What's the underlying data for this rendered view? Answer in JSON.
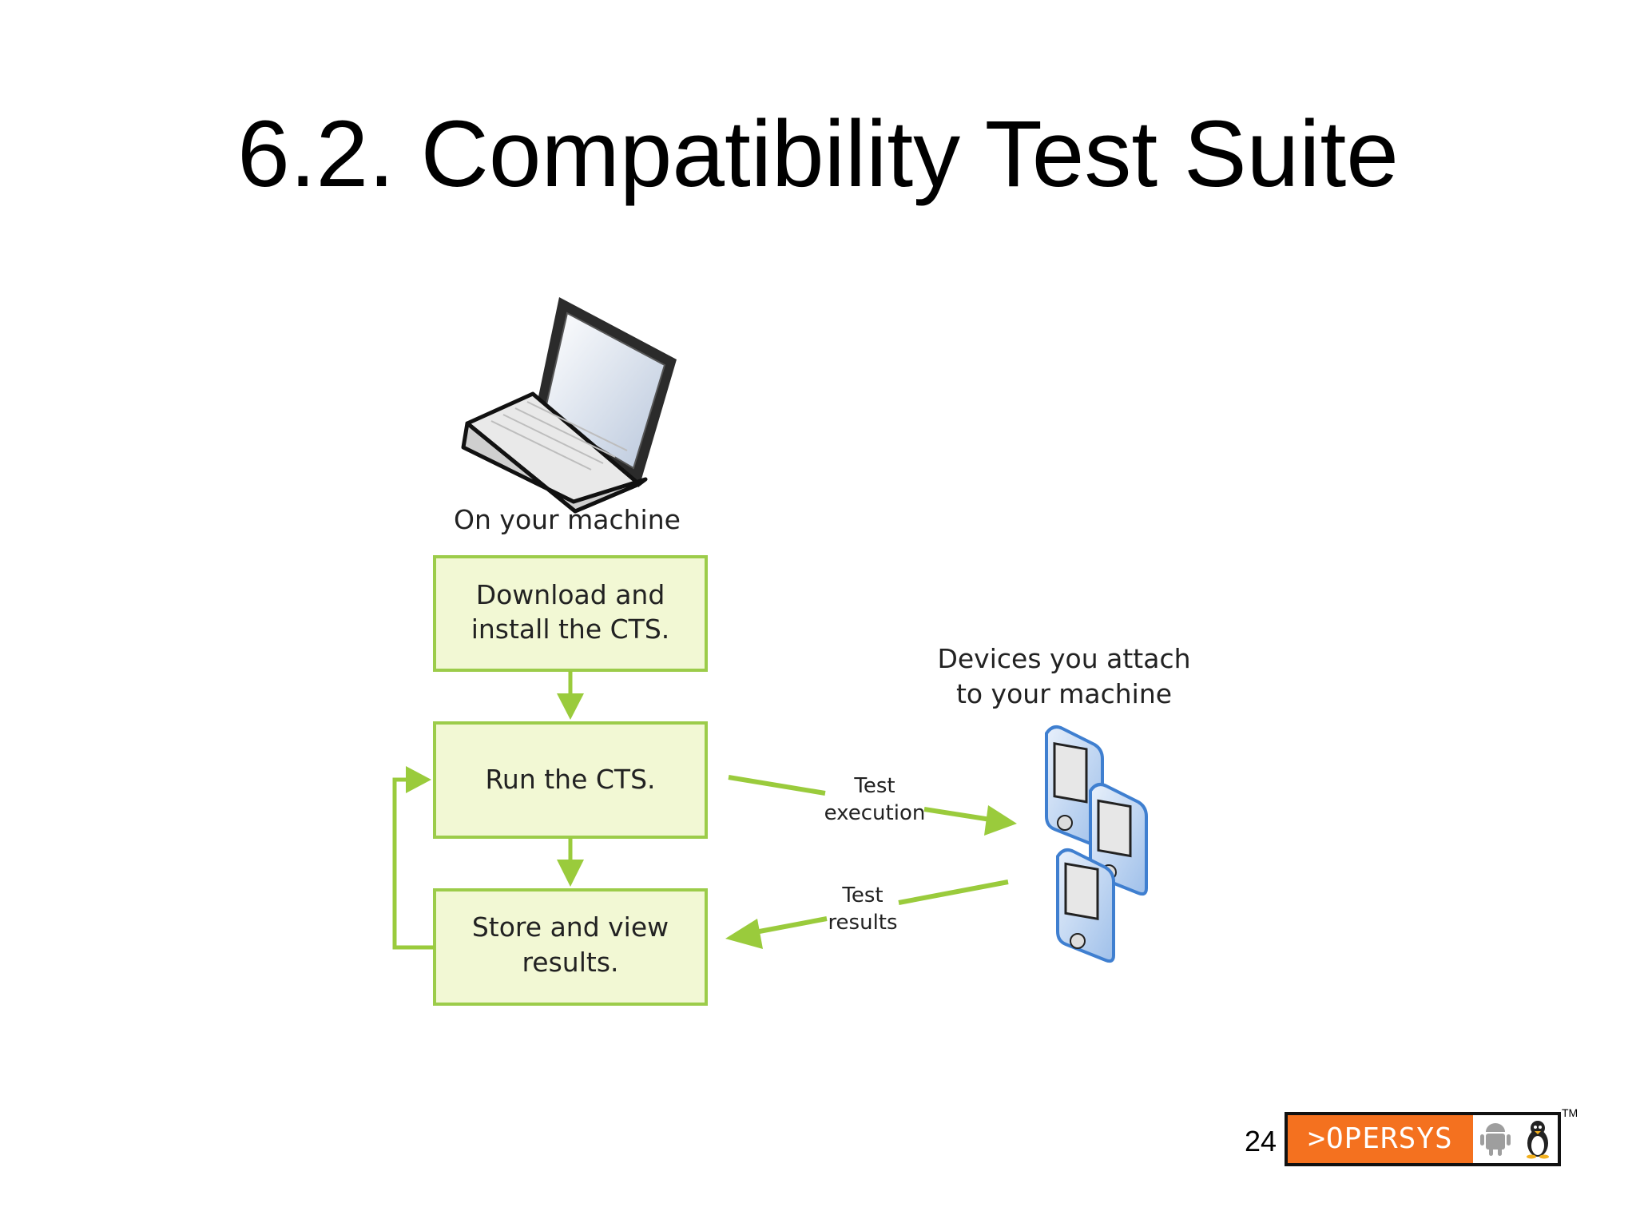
{
  "slide": {
    "title": "6.2. Compatibility Test Suite",
    "page_number": "24"
  },
  "diagram": {
    "machine_caption": "On your machine",
    "devices_caption": [
      "Devices you attach",
      "to your machine"
    ],
    "steps": [
      {
        "lines": [
          "Download and",
          "install the CTS."
        ]
      },
      {
        "lines": [
          "Run the CTS."
        ]
      },
      {
        "lines": [
          "Store and view",
          "results."
        ]
      }
    ],
    "test_execution_label": [
      "Test",
      "execution"
    ],
    "test_results_label": [
      "Test",
      "results"
    ],
    "colors": {
      "box_fill": "#f2f8d4",
      "box_border": "#9ccc4a",
      "arrow": "#9acb3c",
      "device_blue": "#3f7fd0"
    }
  },
  "logo": {
    "text": ">OPERSYS",
    "trademark": "TM",
    "icons": [
      "android-icon",
      "linux-penguin-icon"
    ],
    "color": "#f4711f"
  }
}
